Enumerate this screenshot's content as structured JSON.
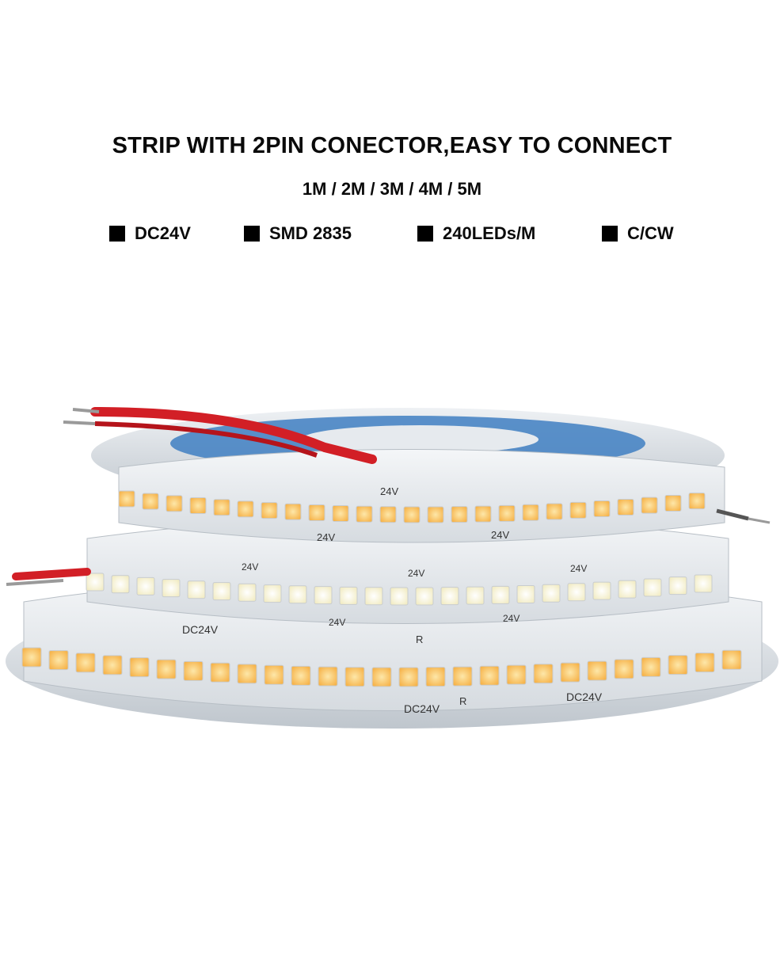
{
  "headline": "STRIP WITH 2PIN CONECTOR,EASY TO CONNECT",
  "lengths": "1M / 2M / 3M / 4M / 5M",
  "specs": [
    "DC24V",
    "SMD 2835",
    "240LEDs/M",
    "C/CW"
  ],
  "strip_text": {
    "voltage_short": "24V",
    "voltage_full": "DC24V",
    "plus": "+",
    "minus": "-",
    "resistor": "R"
  },
  "colors": {
    "pcb": "#e9ecef",
    "spool": "#d3d8dd",
    "spool_blue": "#3f7fc2",
    "wire_red": "#d21f26",
    "led_warm": "#f6b34a",
    "led_warm_center": "#fde7a9",
    "led_cool": "#fbf6d8",
    "solder_pad": "#c9772f"
  }
}
